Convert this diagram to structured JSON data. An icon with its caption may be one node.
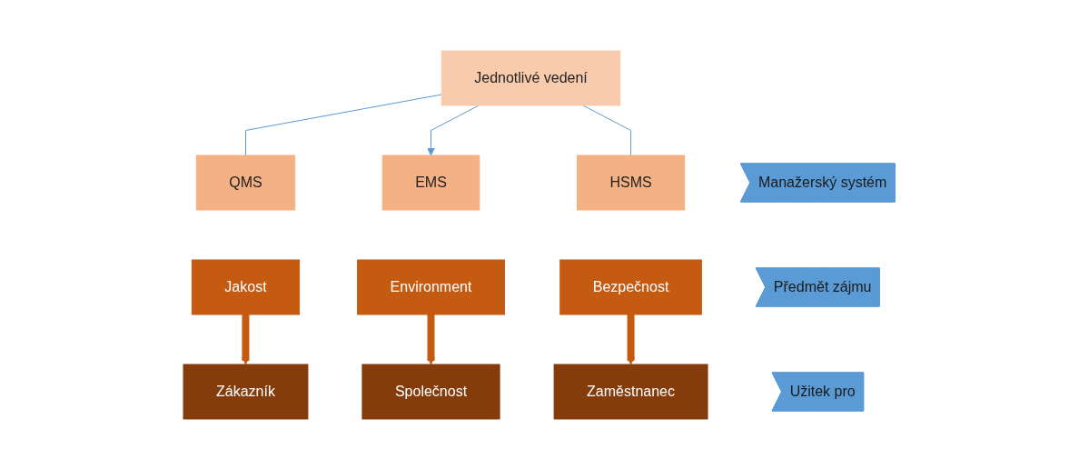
{
  "diagram": {
    "nodes": [
      {
        "text": [
          "Jednotlivé vedení"
        ]
      },
      {
        "text": [
          "Manažerský systém"
        ]
      },
      {
        "text": [
          "QMS"
        ]
      },
      {
        "text": [
          "EMS"
        ]
      },
      {
        "text": [
          "HSMS"
        ]
      },
      {
        "text": [
          "Předmět zájmu"
        ]
      },
      {
        "text": [
          "Jakost"
        ]
      },
      {
        "text": [
          "Environment"
        ]
      },
      {
        "text": [
          "Bezpečnost"
        ]
      },
      {
        "text": [
          "Užitek pro"
        ]
      },
      {
        "text": [
          "Zákazník"
        ]
      },
      {
        "text": [
          "Společnost"
        ]
      },
      {
        "text": [
          "Zaměstnanec"
        ]
      }
    ],
    "edges": [
      {
        "from": 0,
        "to": 2,
        "arrow": "none",
        "color": "#5b9bd5"
      },
      {
        "from": 0,
        "to": 3,
        "arrow": "to",
        "color": "#5b9bd5"
      },
      {
        "from": 0,
        "to": 4,
        "arrow": "none",
        "color": "#5b9bd5"
      },
      {
        "from": 6,
        "to": 10,
        "arrow": "to",
        "style": "thick",
        "color": "#c55a11"
      },
      {
        "from": 7,
        "to": 11,
        "arrow": "to",
        "style": "thick",
        "color": "#c55a11"
      },
      {
        "from": 8,
        "to": 12,
        "arrow": "to",
        "style": "thick",
        "color": "#c55a11"
      }
    ]
  }
}
